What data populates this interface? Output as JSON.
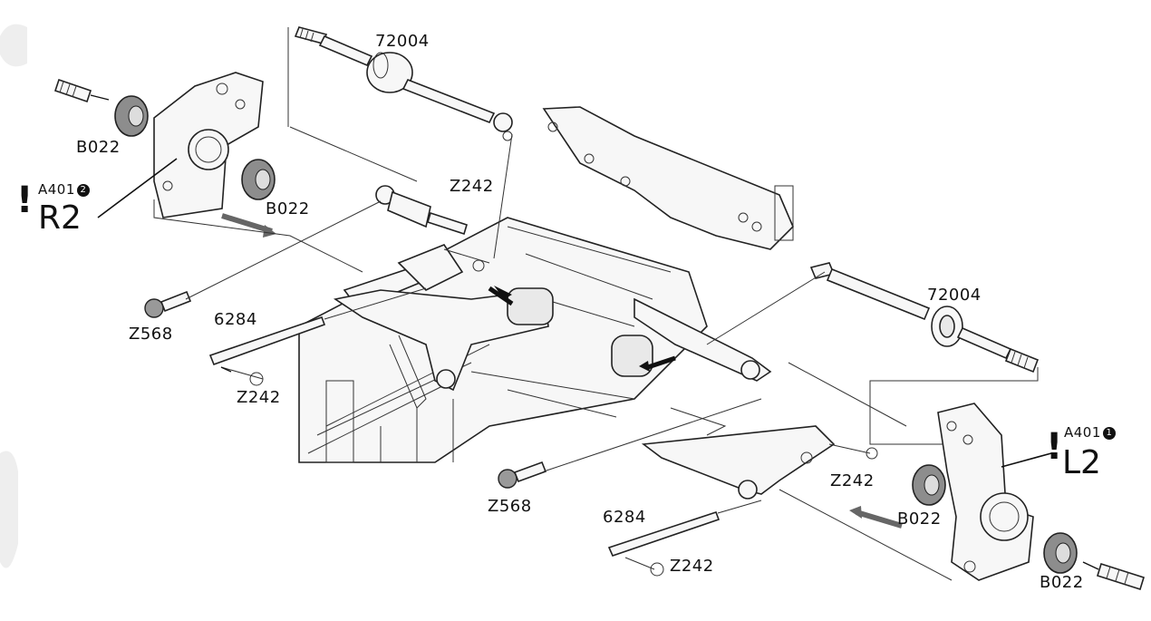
{
  "parts": {
    "driveshaft_top": "72004",
    "driveshaft_right": "72004",
    "bearing_tl1": "B022",
    "bearing_tl2": "B022",
    "bearing_br1": "B022",
    "bearing_br2": "B022",
    "eclip_top": "Z242",
    "eclip_left": "Z242",
    "eclip_right": "Z242",
    "eclip_bottom": "Z242",
    "screw_left": "Z568",
    "screw_right": "Z568",
    "pin_left": "6284",
    "pin_right": "6284"
  },
  "callouts": {
    "right": {
      "mark": "!",
      "code": "A401",
      "num": "2",
      "label": "R2"
    },
    "left": {
      "mark": "!",
      "code": "A401",
      "num": "1",
      "label": "L2"
    }
  },
  "colors": {
    "ink": "#111111",
    "part_fill": "#f7f7f7",
    "bearing": "#9a9a9a"
  }
}
